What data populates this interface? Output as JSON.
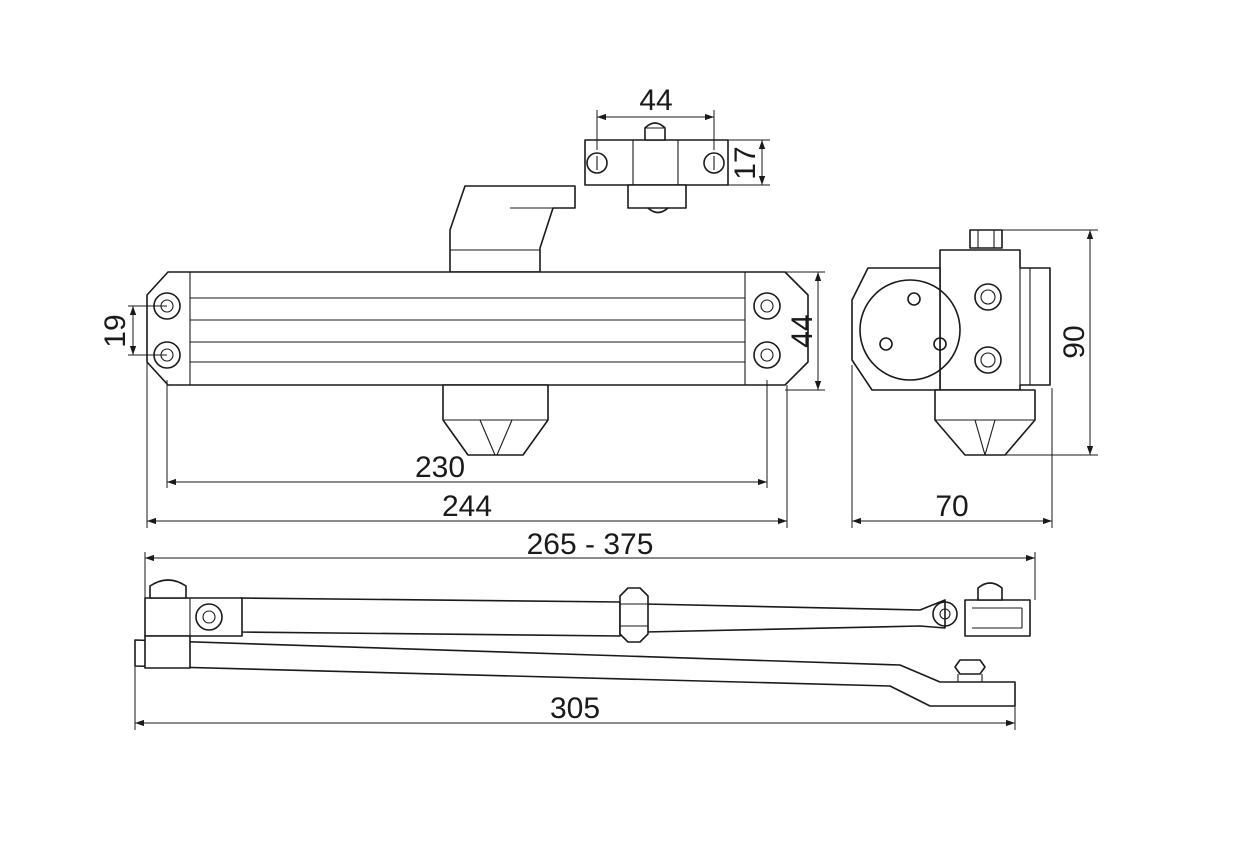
{
  "dimensions": {
    "bracket_width": "44",
    "bracket_height": "17",
    "hole_spacing": "19",
    "body_height": "44",
    "hole_span": "230",
    "body_length": "244",
    "side_width": "70",
    "side_height": "90",
    "arm_span": "265 - 375",
    "arm_length": "305"
  },
  "colors": {
    "line": "#1a1a1a",
    "background": "#ffffff"
  }
}
